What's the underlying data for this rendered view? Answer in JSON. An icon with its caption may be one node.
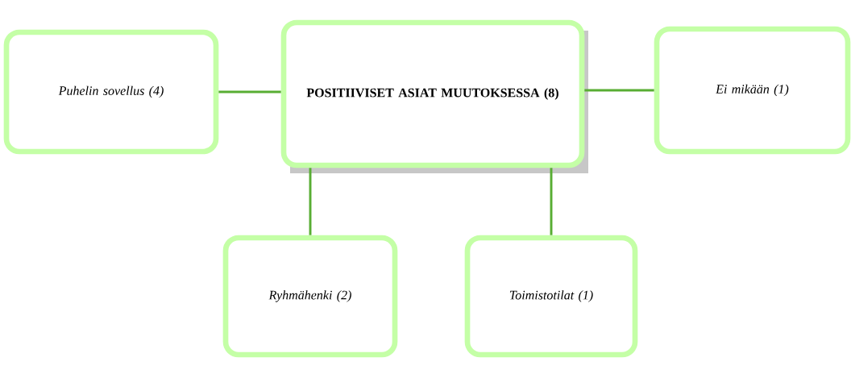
{
  "diagram": {
    "nodes": [
      {
        "text": [
          "POSITIIVISET ASIAT MUUTOKSESSA (8)"
        ]
      },
      {
        "text": [
          "Puhelin sovellus (4)"
        ]
      },
      {
        "text": [
          "Ei mikään (1)"
        ]
      },
      {
        "text": [
          "Ryhmähenki (2)"
        ]
      },
      {
        "text": [
          "Toimistotilat (1)"
        ]
      }
    ],
    "edges": [
      {
        "from": 0,
        "to": 1,
        "arrow": "none"
      },
      {
        "from": 0,
        "to": 2,
        "arrow": "none"
      },
      {
        "from": 0,
        "to": 3,
        "arrow": "none"
      },
      {
        "from": 0,
        "to": 4,
        "arrow": "none"
      }
    ]
  }
}
